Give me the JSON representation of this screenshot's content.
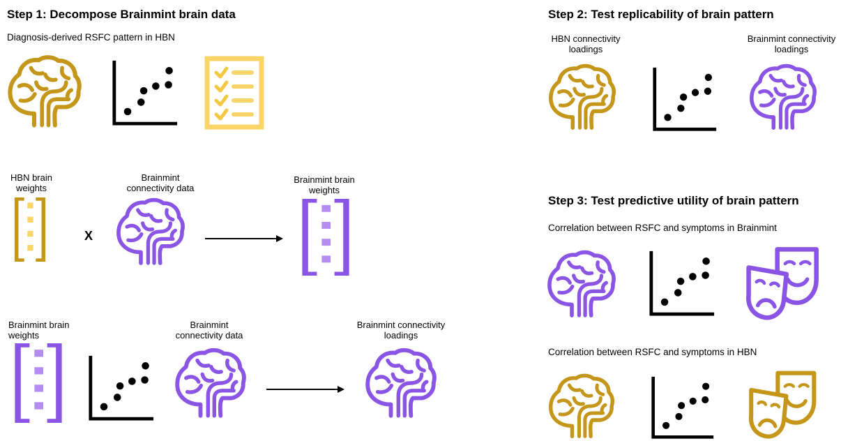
{
  "colors": {
    "gold": "#C4961A",
    "purple": "#8A55E4",
    "purple_light": "#B48CF2",
    "yellow": "#F9D466",
    "yellow_check": "#F5C842",
    "black": "#000000"
  },
  "step1": {
    "title": "Step 1: Decompose Brainmint brain data",
    "subtitle": "Diagnosis-derived RSFC pattern in HBN",
    "row2": {
      "label_weights": "HBN brain weights",
      "times": "X",
      "label_connectivity": "Brainmint connectivity data",
      "label_result": "Brainmint brain weights"
    },
    "row3": {
      "label_weights": "Brainmint brain weights",
      "label_connectivity": "Brainmint connectivity data",
      "label_result": "Brainmint connectivity loadings"
    }
  },
  "step2": {
    "title": "Step 2: Test replicability of brain pattern",
    "label_left": "HBN connectivity loadings",
    "label_right": "Brainmint connectivity loadings"
  },
  "step3": {
    "title": "Step 3: Test predictive utility of brain pattern",
    "sub1": "Correlation between RSFC and symptoms in Brainmint",
    "sub2": "Correlation between RSFC and symptoms in HBN"
  },
  "icons": [
    "brain-icon",
    "scatter-plot-icon",
    "checklist-icon",
    "bracket-vector-icon",
    "arrow-icon",
    "theater-masks-icon"
  ]
}
